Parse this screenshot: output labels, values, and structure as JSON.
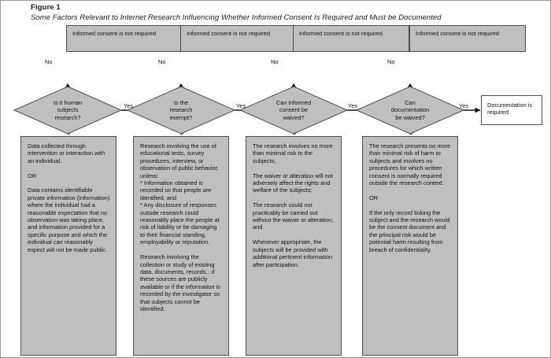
{
  "figure": {
    "label": "Figure 1",
    "subtitle": "Some Factors Relevant to Internet Research Influencing Whether Informed Consent Is Required and Must be Documented"
  },
  "colors": {
    "node_fill": "#bfbfbf",
    "node_stroke": "#4d4d4d",
    "terminal_fill": "#ffffff",
    "text": "#111111",
    "frame": "#9a9a9a"
  },
  "outcome_boxes": [
    {
      "id": "outcome-1",
      "text": "Informed consent is not required"
    },
    {
      "id": "outcome-2",
      "text": "Informed consent is not required"
    },
    {
      "id": "outcome-3",
      "text": "Informed consent is not required"
    },
    {
      "id": "outcome-4",
      "text": "Informed consent is not required"
    }
  ],
  "decisions": [
    {
      "id": "decision-human-subjects",
      "text": "Is it human\nsubjects\nresearch?"
    },
    {
      "id": "decision-exempt",
      "text": "Is the\nresearch\nexempt?"
    },
    {
      "id": "decision-consent-waived",
      "text": "Can informed\nconsent be\nwaived?"
    },
    {
      "id": "decision-documentation-waived",
      "text": "Can\ndocumentation\nbe waived?"
    }
  ],
  "edge_labels": {
    "no": [
      "No",
      "No",
      "No",
      "No"
    ],
    "yes": [
      "Yes",
      "Yes",
      "Yes",
      "Yes"
    ]
  },
  "terminal": {
    "id": "documentation-required",
    "text": "Documentation is required"
  },
  "criteria_boxes": [
    {
      "id": "criteria-human-subjects",
      "text": "Data collected through intervention or interaction with an individual.\n\nOR\n\nData contains identifiable private information (information) where the individual had a reasonable expectation that no observation was taking place, and information provided for a specific purpose and which the individual can reasonably expect will not be made public."
    },
    {
      "id": "criteria-exempt",
      "text": "Research involving the use of educational tests, survey procedures, interview, or observation of public behavior, unless:\n* Information obtained is recorded so that people are identified, and\n* Any disclosure of responses outside research could reasonably place the people at risk of liability or be damaging to their financial standing, employability or reputation.\n\nResearch involving the collection or study of existing data, documents, records…if these sources are publicly available or if the information is recorded by the investigator so that subjects cannot be identified."
    },
    {
      "id": "criteria-consent-waiver",
      "text": "The research involves no more than minimal risk to the subjects;\n\nThe waiver or alteration will not adversely affect the rights and welfare of the subjects;\n\nThe research could not practicably be carried out without the waiver or alteration; and\n\nWhenever appropriate, the subjects will be provided with additional pertinent information after participation."
    },
    {
      "id": "criteria-documentation-waiver",
      "text": "The research presents no more than minimal risk of harm to subjects and involves no procedures for which written consent is normally required outside the research context.\n\nOR\n\nIf the only record linking the subject and the research would be the consent document and the principal risk would be potential harm resulting from breach of confidentiality."
    }
  ]
}
